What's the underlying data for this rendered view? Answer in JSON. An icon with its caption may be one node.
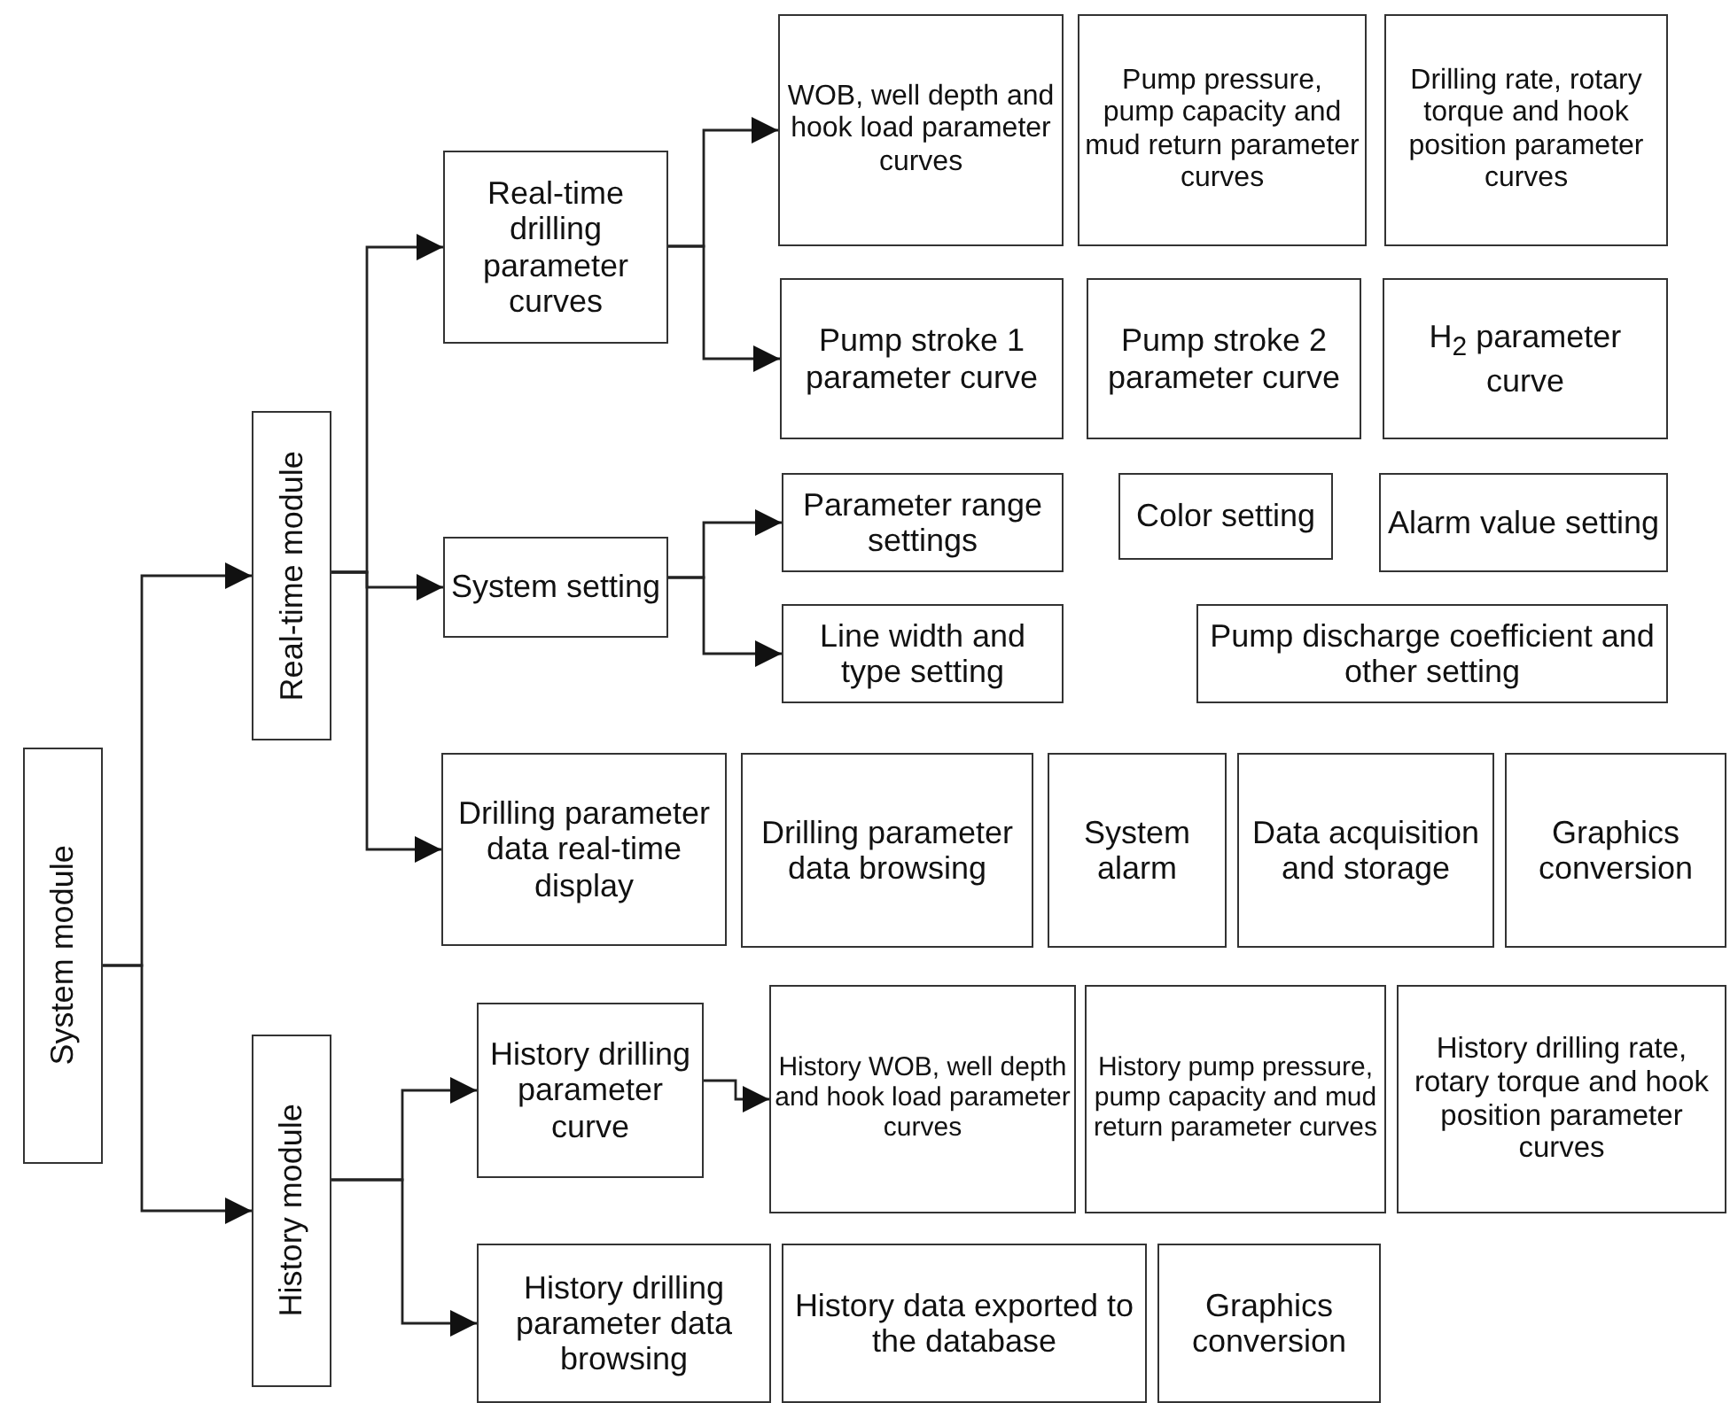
{
  "diagram": {
    "nodes": [
      {
        "text": [
          "System module"
        ]
      },
      {
        "text": [
          "Real-time module"
        ]
      },
      {
        "text": [
          "Real-time drilling parameter curves"
        ]
      },
      {
        "text": [
          "WOB, well depth and hook load parameter curves"
        ]
      },
      {
        "text": [
          "Pump pressure, pump capacity and mud return parameter curves"
        ]
      },
      {
        "text": [
          "Drilling rate, rotary torque and hook position parameter curves"
        ]
      },
      {
        "text": [
          "Pump stroke 1 parameter curve"
        ]
      },
      {
        "text": [
          "Pump stroke 2 parameter curve"
        ]
      },
      {
        "text": [
          "H$_{2}$ parameter curve"
        ]
      },
      {
        "text": [
          "System setting"
        ]
      },
      {
        "text": [
          "Parameter range settings"
        ]
      },
      {
        "text": [
          "Color setting"
        ]
      },
      {
        "text": [
          "Alarm value setting"
        ]
      },
      {
        "text": [
          "Line width and type setting"
        ]
      },
      {
        "text": [
          "Pump discharge coefficient and other setting"
        ]
      },
      {
        "text": [
          "Drilling parameter data real-time display"
        ]
      },
      {
        "text": [
          "Drilling parameter data browsing"
        ]
      },
      {
        "text": [
          "System alarm"
        ]
      },
      {
        "text": [
          "Data acquisition and storage"
        ]
      },
      {
        "text": [
          "Graphics conversion"
        ]
      },
      {
        "text": [
          "History module"
        ]
      },
      {
        "text": [
          "History drilling parameter curve"
        ]
      },
      {
        "text": [
          "History WOB, well depth and hook load parameter curves"
        ]
      },
      {
        "text": [
          "History pump pressure, pump capacity and mud return parameter curves"
        ]
      },
      {
        "text": [
          "History drilling rate, rotary torque and hook position parameter curves"
        ]
      },
      {
        "text": [
          "History drilling parameter data browsing"
        ]
      },
      {
        "text": [
          "History data exported to the database"
        ]
      },
      {
        "text": [
          "Graphics conversion"
        ]
      }
    ],
    "edges": [
      {
        "from": 0,
        "to": 1,
        "arrow": "to"
      },
      {
        "from": 0,
        "to": 20,
        "arrow": "to"
      },
      {
        "from": 1,
        "to": 2,
        "arrow": "to"
      },
      {
        "from": 1,
        "to": 9,
        "arrow": "to"
      },
      {
        "from": 1,
        "to": 15,
        "arrow": "to"
      },
      {
        "from": 2,
        "to": 3,
        "arrow": "to"
      },
      {
        "from": 2,
        "to": 6,
        "arrow": "to"
      },
      {
        "from": 9,
        "to": 10,
        "arrow": "to"
      },
      {
        "from": 9,
        "to": 13,
        "arrow": "to"
      },
      {
        "from": 20,
        "to": 21,
        "arrow": "to"
      },
      {
        "from": 20,
        "to": 25,
        "arrow": "to"
      },
      {
        "from": 21,
        "to": 22,
        "arrow": "to"
      }
    ]
  }
}
